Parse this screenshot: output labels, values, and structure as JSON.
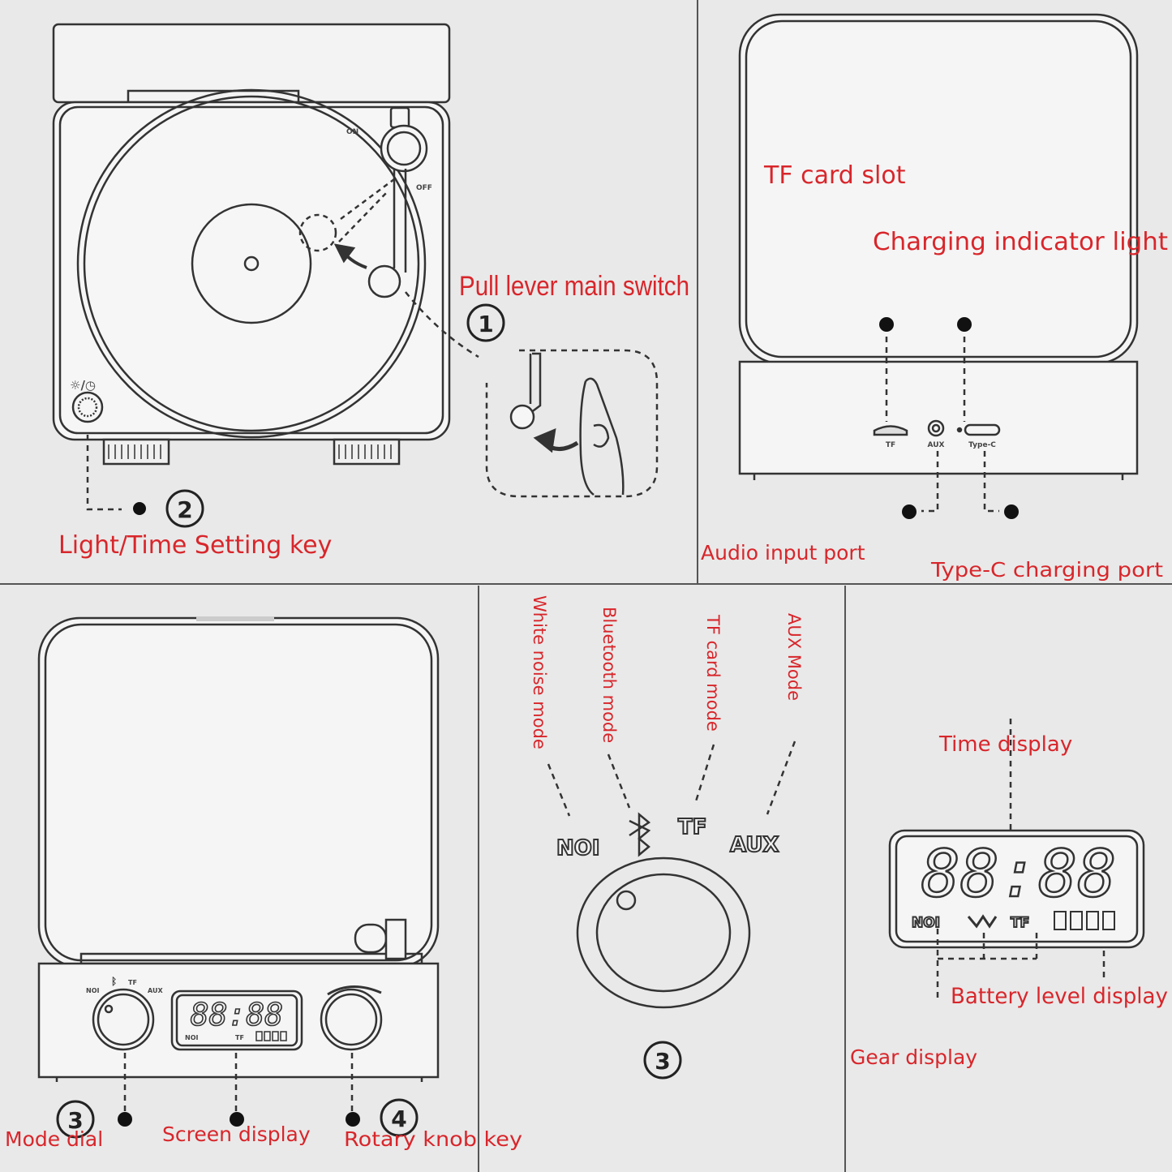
{
  "labels": {
    "pull_lever": "Pull lever main switch",
    "light_time_key": "Light/Time Setting key",
    "tf_card_slot": "TF card slot",
    "charging_light": "Charging indicator light",
    "audio_input": "Audio input port",
    "typec_port": "Type-C charging port",
    "white_noise": "White noise mode",
    "bluetooth_mode": "Bluetooth mode",
    "tf_card_mode": "TF card mode",
    "aux_mode": "AUX Mode",
    "time_display": "Time display",
    "battery_display": "Battery level display",
    "gear_display": "Gear display",
    "mode_dial": "Mode dial",
    "screen_display": "Screen display",
    "rotary_knob": "Rotary knob key"
  },
  "callouts": {
    "one": "1",
    "two": "2",
    "three_a": "3",
    "three_b": "3",
    "four": "4"
  },
  "device_text": {
    "on": "ON",
    "off": "OFF",
    "light_time_icon": "☼/◷",
    "port_tf": "TF",
    "port_aux": "AUX",
    "port_typec": "Type-C",
    "mode_noi": "NOI",
    "mode_tf": "TF",
    "mode_aux": "AUX",
    "screen_noi": "NOI",
    "screen_tf": "TF",
    "clock_digits": "88:88"
  },
  "colors": {
    "label": "#d8262b",
    "line": "#333333",
    "background": "#e9e9e9"
  }
}
